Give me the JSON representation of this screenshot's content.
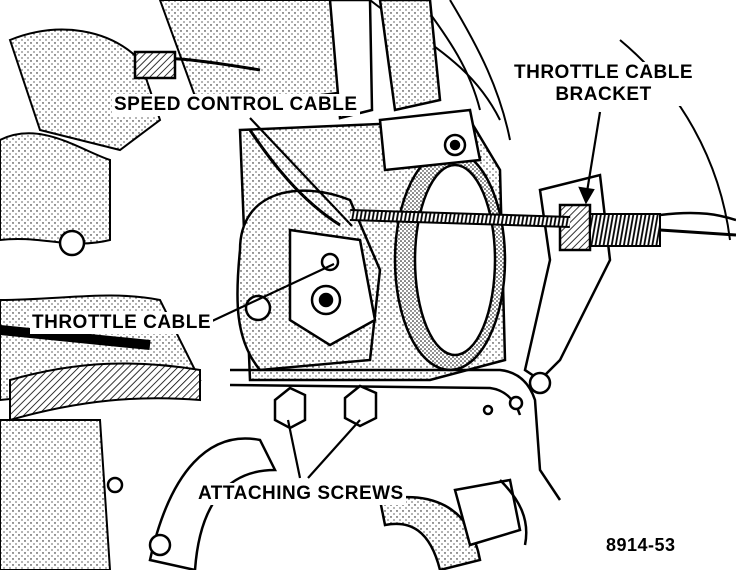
{
  "figure": {
    "number": "8914-53"
  },
  "callouts": {
    "speed_control_cable": "SPEED CONTROL CABLE",
    "throttle_cable_bracket_line1": "THROTTLE CABLE",
    "throttle_cable_bracket_line2": "BRACKET",
    "throttle_cable": "THROTTLE CABLE",
    "attaching_screws": "ATTACHING SCREWS"
  },
  "colors": {
    "ink": "#000000",
    "paper": "#ffffff"
  }
}
